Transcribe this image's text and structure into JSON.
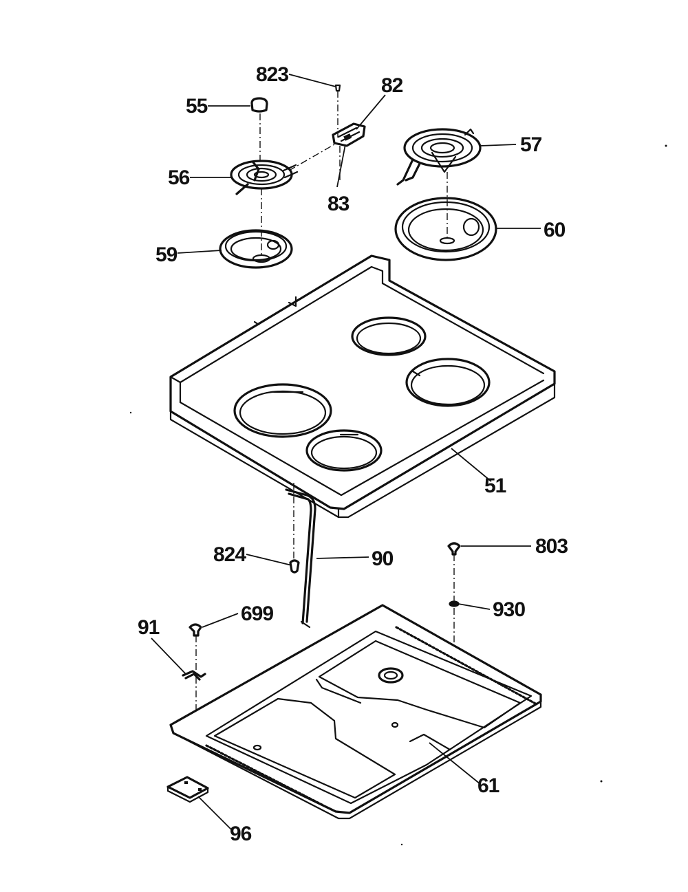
{
  "diagram": {
    "parts": [
      {
        "id": "823",
        "label": "823",
        "name": "screw"
      },
      {
        "id": "82",
        "label": "82",
        "name": "terminal-block"
      },
      {
        "id": "55",
        "label": "55",
        "name": "knob-cap"
      },
      {
        "id": "56",
        "label": "56",
        "name": "small-surface-element"
      },
      {
        "id": "83",
        "label": "83",
        "name": "receptacle"
      },
      {
        "id": "57",
        "label": "57",
        "name": "large-surface-element"
      },
      {
        "id": "60",
        "label": "60",
        "name": "large-drip-pan"
      },
      {
        "id": "59",
        "label": "59",
        "name": "small-drip-pan"
      },
      {
        "id": "51",
        "label": "51",
        "name": "cooktop"
      },
      {
        "id": "803",
        "label": "803",
        "name": "screw"
      },
      {
        "id": "824",
        "label": "824",
        "name": "clip"
      },
      {
        "id": "90",
        "label": "90",
        "name": "ground-wire"
      },
      {
        "id": "930",
        "label": "930",
        "name": "washer"
      },
      {
        "id": "699",
        "label": "699",
        "name": "screw"
      },
      {
        "id": "91",
        "label": "91",
        "name": "clip"
      },
      {
        "id": "61",
        "label": "61",
        "name": "burner-box"
      },
      {
        "id": "96",
        "label": "96",
        "name": "bracket"
      }
    ]
  }
}
